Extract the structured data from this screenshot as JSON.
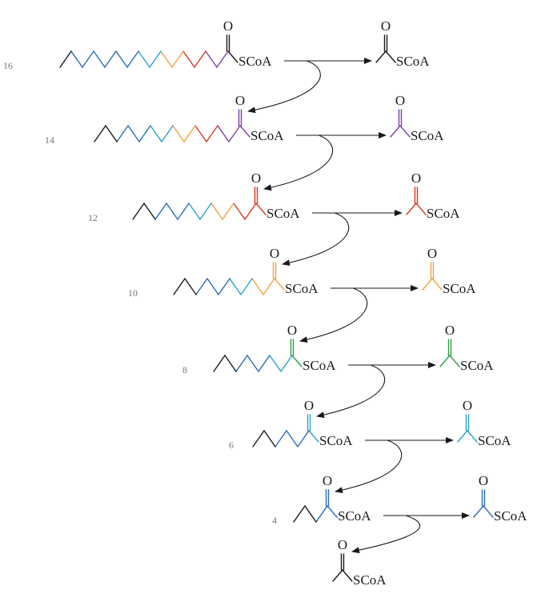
{
  "labels": {
    "coa": "SCoA",
    "oxygen": "O"
  },
  "colors": {
    "chain": "#1a1a1a",
    "purple": "#7d3fa8",
    "red": "#d8381e",
    "orange": "#f0a23c",
    "green": "#2f9e43",
    "teal": "#2ba3c7",
    "blue": "#2a6cb3",
    "black": "#1a1a1a"
  },
  "rows": [
    {
      "carbons": "16",
      "acetyl_color": "black"
    },
    {
      "carbons": "14",
      "acetyl_color": "purple"
    },
    {
      "carbons": "12",
      "acetyl_color": "red"
    },
    {
      "carbons": "10",
      "acetyl_color": "orange"
    },
    {
      "carbons": "8",
      "acetyl_color": "green"
    },
    {
      "carbons": "6",
      "acetyl_color": "teal"
    },
    {
      "carbons": "4",
      "acetyl_color": "blue"
    }
  ],
  "final_product": {
    "acetyl_color": "black"
  }
}
